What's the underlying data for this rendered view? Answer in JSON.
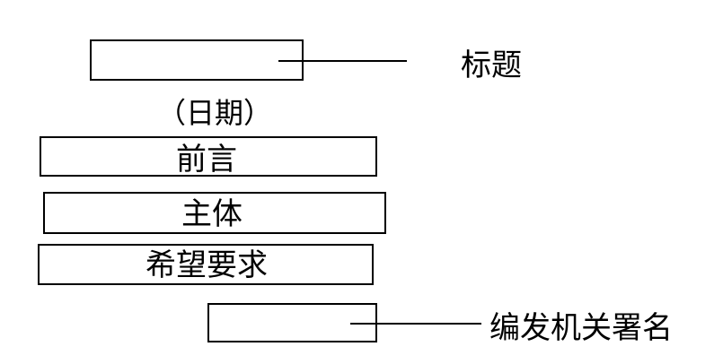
{
  "diagram": {
    "title_text": "标题",
    "background_color": "#ffffff",
    "stroke_color": "#000000",
    "boxes": [
      {
        "id": "title",
        "label": "",
        "annotation": "标题"
      },
      {
        "id": "preface",
        "label": "前言",
        "annotation": ""
      },
      {
        "id": "main",
        "label": "主体",
        "annotation": ""
      },
      {
        "id": "request",
        "label": "希望要求",
        "annotation": ""
      },
      {
        "id": "signature",
        "label": "",
        "annotation": "编发机关署名"
      }
    ],
    "date_text": "（日期）",
    "annotations": [
      {
        "id": "title-annotation",
        "text": "标题"
      },
      {
        "id": "signature-annotation",
        "text": "编发机关署名"
      }
    ]
  }
}
